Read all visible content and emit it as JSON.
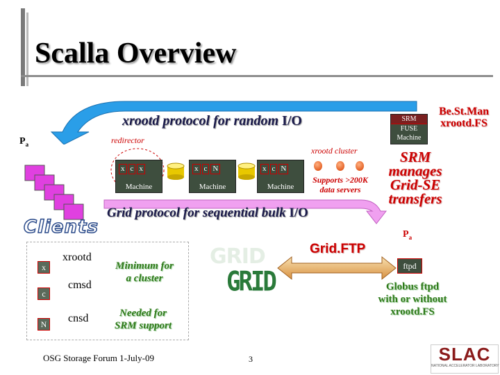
{
  "title": "Scalla Overview",
  "protocol_random": {
    "italic": "xrootd protocol for random",
    "plain": "I/O"
  },
  "protocol_bulk": {
    "italic": "Grid protocol for sequential bulk",
    "plain": "I/O"
  },
  "client_node": {
    "letter": "P",
    "sub": "a"
  },
  "server_node": {
    "letter": "P",
    "sub": "a"
  },
  "redirector_label": "redirector",
  "cluster_label": "xrootd cluster",
  "machines": [
    {
      "letters": [
        "x",
        "c",
        "x"
      ],
      "name": "Machine"
    },
    {
      "letters": [
        "x",
        "c",
        "N"
      ],
      "name": "Machine"
    },
    {
      "letters": [
        "x",
        "c",
        "N"
      ],
      "name": "Machine"
    }
  ],
  "supports": [
    "Supports >200K",
    "data servers"
  ],
  "clients_label": "Clients",
  "legend": [
    {
      "letter": "x",
      "name": "xrootd"
    },
    {
      "letter": "c",
      "name": "cmsd"
    },
    {
      "letter": "N",
      "name": "cnsd"
    }
  ],
  "min_cluster": [
    "Minimum for",
    "a cluster"
  ],
  "needed_srm": [
    "Needed for",
    "SRM support"
  ],
  "grid_logo": "GRID",
  "gridftp_label": "Grid.FTP",
  "ftpd_label": "ftpd",
  "srm_stack": [
    "SRM",
    "FUSE",
    "Machine"
  ],
  "bestman": [
    "Be.St.Man",
    "xrootd.FS"
  ],
  "srm_side": [
    "SRM",
    "manages",
    "Grid-SE",
    "transfers"
  ],
  "globus": [
    "Globus ftpd",
    "with or without",
    "xrootd.FS"
  ],
  "footer": "OSG Storage Forum  1-July-09",
  "page_number": "3",
  "logo": {
    "text": "SLAC",
    "sub": "NATIONAL ACCELERATOR LABORATORY"
  },
  "colors": {
    "accent_red": "#cc0000",
    "green": "#2f7a1a",
    "arrow_blue": "#2a9ee8",
    "machine_gray": "#3e4e3e"
  }
}
